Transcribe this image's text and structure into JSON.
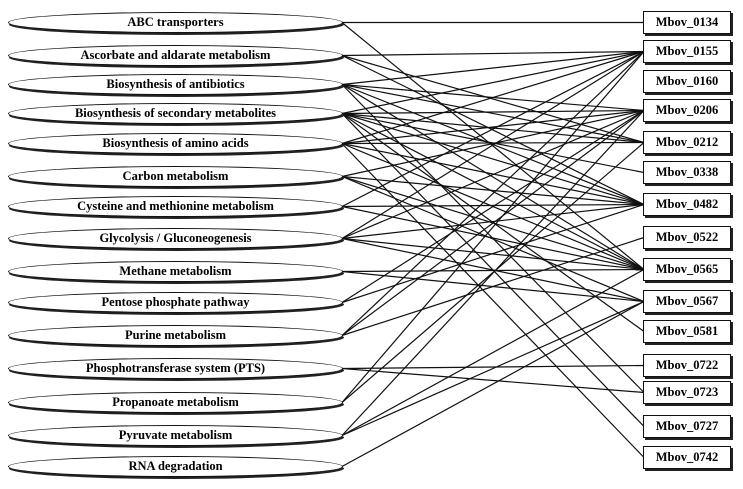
{
  "pathways": [
    "ABC transporters",
    "Ascorbate and aldarate metabolism",
    "Biosynthesis of antibiotics",
    "Biosynthesis of secondary metabolites",
    "Biosynthesis of amino acids",
    "Carbon metabolism",
    "Cysteine and methionine metabolism",
    "Glycolysis / Gluconeogenesis",
    "Methane metabolism",
    "Pentose phosphate pathway",
    "Purine metabolism",
    "Phosphotransferase system (PTS)",
    "Propanoate metabolism",
    "Pyruvate metabolism",
    "RNA degradation"
  ],
  "genes": [
    "Mbov_0134",
    "Mbov_0155",
    "Mbov_0160",
    "Mbov_0206",
    "Mbov_0212",
    "Mbov_0338",
    "Mbov_0482",
    "Mbov_0522",
    "Mbov_0565",
    "Mbov_0567",
    "Mbov_0581",
    "Mbov_0722",
    "Mbov_0723",
    "Mbov_0727",
    "Mbov_0742"
  ],
  "links": [
    [
      0,
      0
    ],
    [
      0,
      8
    ],
    [
      1,
      1
    ],
    [
      1,
      4
    ],
    [
      1,
      6
    ],
    [
      2,
      1
    ],
    [
      2,
      3
    ],
    [
      2,
      4
    ],
    [
      2,
      6
    ],
    [
      2,
      8
    ],
    [
      2,
      12
    ],
    [
      3,
      1
    ],
    [
      3,
      3
    ],
    [
      3,
      4
    ],
    [
      3,
      5
    ],
    [
      3,
      6
    ],
    [
      3,
      8
    ],
    [
      3,
      10
    ],
    [
      3,
      13
    ],
    [
      4,
      1
    ],
    [
      4,
      3
    ],
    [
      4,
      4
    ],
    [
      4,
      6
    ],
    [
      4,
      8
    ],
    [
      4,
      14
    ],
    [
      5,
      3
    ],
    [
      5,
      6
    ],
    [
      5,
      8
    ],
    [
      5,
      9
    ],
    [
      6,
      1
    ],
    [
      6,
      6
    ],
    [
      6,
      8
    ],
    [
      7,
      1
    ],
    [
      7,
      3
    ],
    [
      7,
      6
    ],
    [
      7,
      8
    ],
    [
      7,
      9
    ],
    [
      8,
      8
    ],
    [
      8,
      9
    ],
    [
      9,
      3
    ],
    [
      9,
      6
    ],
    [
      10,
      1
    ],
    [
      10,
      3
    ],
    [
      10,
      7
    ],
    [
      11,
      11
    ],
    [
      11,
      12
    ],
    [
      12,
      1
    ],
    [
      12,
      4
    ],
    [
      13,
      3
    ],
    [
      13,
      8
    ],
    [
      13,
      9
    ],
    [
      14,
      9
    ]
  ]
}
